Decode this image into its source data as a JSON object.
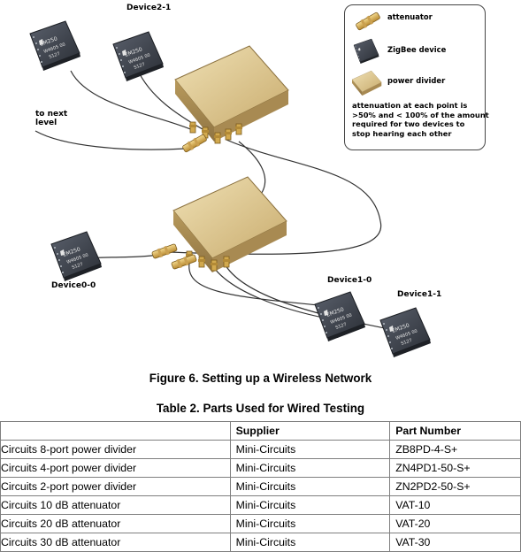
{
  "figure": {
    "device_labels": {
      "device2_1": "Device2-1",
      "to_next_level": "to next\nlevel",
      "device0_0": "Device0-0",
      "device1_0": "Device1-0",
      "device1_1": "Device1-1"
    },
    "chip_text": {
      "line1": "EM250",
      "line2": "W4605 00",
      "line3": "S127"
    },
    "legend": {
      "attenuator": "attenuator",
      "zigbee": "ZigBee device",
      "divider": "power divider",
      "note": "attenuation at each point is\n>50% and < 100% of the amount\nrequired for two devices to\nstop hearing each other"
    },
    "caption": "Figure 6. Setting up a Wireless Network"
  },
  "table": {
    "caption": "Table 2. Parts Used for Wired Testing",
    "headers": [
      "",
      "Supplier",
      "Part Number"
    ],
    "rows": [
      [
        "Circuits 8-port power divider",
        "Mini-Circuits",
        "ZB8PD-4-S+"
      ],
      [
        "Circuits 4-port power divider",
        "Mini-Circuits",
        "ZN4PD1-50-S+"
      ],
      [
        "Circuits 2-port power divider",
        "Mini-Circuits",
        "ZN2PD2-50-S+"
      ],
      [
        "Circuits 10 dB attenuator",
        "Mini-Circuits",
        "VAT-10"
      ],
      [
        "Circuits 20 dB attenuator",
        "Mini-Circuits",
        "VAT-20"
      ],
      [
        "Circuits 30 dB attenuator",
        "Mini-Circuits",
        "VAT-30"
      ]
    ]
  },
  "colors": {
    "divider_gold": "#d7c08a",
    "chip_dark": "#3a3f48",
    "cable": "#333333",
    "attenuator_gold": "#e2b95c"
  }
}
